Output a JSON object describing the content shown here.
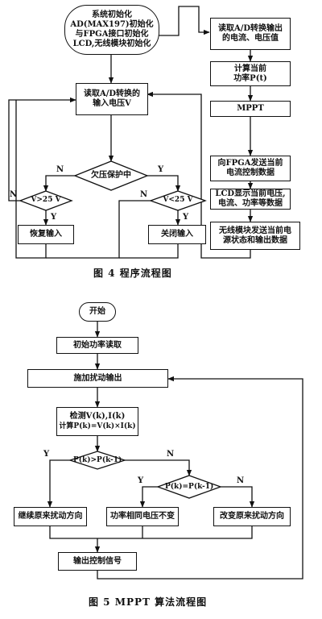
{
  "fig4": {
    "start_lines": [
      "系统初始化",
      "AD(MAX197)初始化",
      "与FPGA接口初始化",
      "LCD,无线模块初始化"
    ],
    "read_ad_lines": [
      "读取A/D转换的",
      "输入电压V"
    ],
    "undervoltage": "欠压保护中",
    "cond_left": "V>25 V",
    "cond_right": "V<25 V",
    "restore": "恢复输入",
    "close": "关闭输入",
    "read_output_lines": [
      "读取A/D转换输出",
      "的电流、电压值"
    ],
    "calc_power_lines": [
      "计算当前",
      "功率P(t)"
    ],
    "mppt": "MPPT",
    "send_fpga_lines": [
      "向FPGA发送当前",
      "电流控制数据"
    ],
    "lcd_lines": [
      "LCD显示当前电压,",
      "电流、功率等数据"
    ],
    "wireless_lines": [
      "无线模块发送当前电",
      "源状态和输出数据"
    ],
    "yes": "Y",
    "no": "N",
    "caption": "图 4   程序流程图"
  },
  "fig5": {
    "start": "开始",
    "init_read": "初始功率读取",
    "perturb": "施加扰动输出",
    "detect_lines": [
      "检测V(k),I(k)",
      "计算P(k)=V(k)×I(k)"
    ],
    "cond1": "P(k)>P(k-1)",
    "cond2": "P(k)=P(k-1)",
    "keep_dir": "继续原来扰动方向",
    "power_same": "功率相同电压不变",
    "change_dir": "改变原来扰动方向",
    "output_signal": "输出控制信号",
    "yes": "Y",
    "no": "N",
    "caption": "图 5   MPPT 算法流程图"
  }
}
